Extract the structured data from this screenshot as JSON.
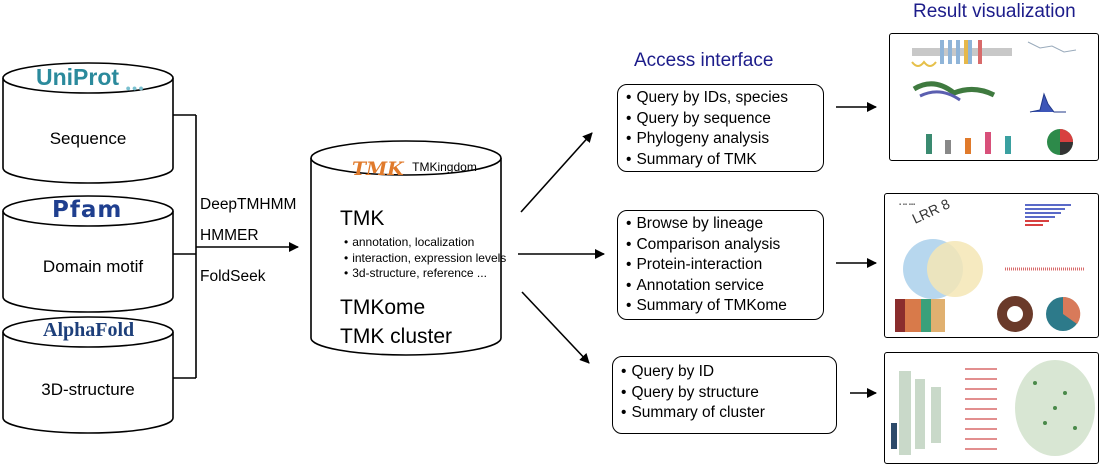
{
  "sources": [
    {
      "logo": "UniProt",
      "label": "Sequence"
    },
    {
      "logo": "Pfam",
      "label": "Domain motif"
    },
    {
      "logo": "AlphaFold",
      "label": "3D-structure"
    }
  ],
  "tools": [
    "DeepTMHMM",
    "HMMER",
    "FoldSeek"
  ],
  "center": {
    "logo_mark": "TMK",
    "logo_text": "TMKingdom",
    "title": "TMK",
    "bullets": [
      "annotation, localization",
      "interaction, expression levels",
      "3d-structure, reference ..."
    ],
    "item2": "TMKome",
    "item3": "TMK cluster"
  },
  "access_heading": "Access interface",
  "result_heading": "Result visualization",
  "panels": [
    {
      "items": [
        "Query by IDs, species",
        "Query by sequence",
        "Phylogeny analysis",
        "Summary of TMK"
      ]
    },
    {
      "items": [
        "Browse by lineage",
        "Comparison analysis",
        "Protein-interaction",
        "Annotation service",
        "Summary of TMKome"
      ]
    },
    {
      "items": [
        "Query by ID",
        "Query by structure",
        "Summary of cluster"
      ]
    }
  ],
  "colors": {
    "heading": "#1c1c8a",
    "uniprot": "#2b8a9c",
    "pfam": "#1f3f8f",
    "alphafold": "#1d3f7a",
    "tmk_logo": "#e07a2b"
  }
}
